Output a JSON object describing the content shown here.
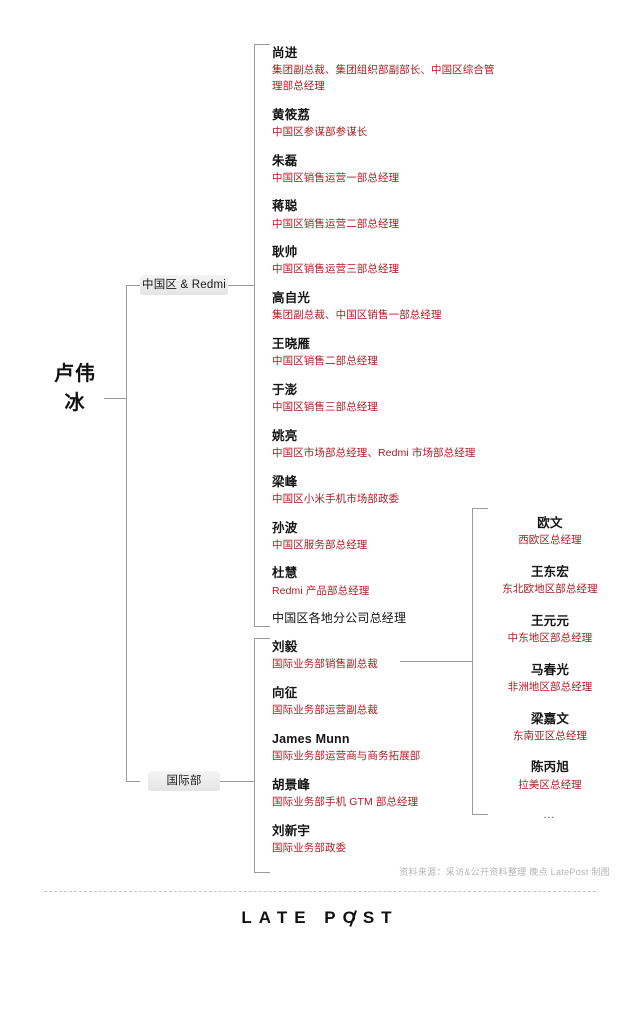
{
  "root": {
    "name": "卢伟冰"
  },
  "branches": [
    {
      "id": "china",
      "label": "中国区 & Redmi"
    },
    {
      "id": "international",
      "label": "国际部"
    }
  ],
  "china_team": [
    {
      "name": "尚进",
      "title": "集团副总裁、集团组织部副部长、中国区综合管理部总经理"
    },
    {
      "name": "黄筱荔",
      "title": "中国区参谋部参谋长"
    },
    {
      "name": "朱磊",
      "title": "中国区销售运营一部总经理"
    },
    {
      "name": "蒋聪",
      "title": "中国区销售运营二部总经理"
    },
    {
      "name": "耿帅",
      "title": "中国区销售运营三部总经理"
    },
    {
      "name": "高自光",
      "title": "集团副总裁、中国区销售一部总经理"
    },
    {
      "name": "王晓雁",
      "title": "中国区销售二部总经理"
    },
    {
      "name": "于澎",
      "title": "中国区销售三部总经理"
    },
    {
      "name": "姚亮",
      "title": "中国区市场部总经理、Redmi 市场部总经理"
    },
    {
      "name": "梁峰",
      "title": "中国区小米手机市场部政委"
    },
    {
      "name": "孙波",
      "title": "中国区服务部总经理"
    },
    {
      "name": "杜慧",
      "title": "Redmi 产品部总经理"
    },
    {
      "name": "中国区各地分公司总经理",
      "title": ""
    }
  ],
  "international_team": [
    {
      "name": "刘毅",
      "title": "国际业务部销售副总裁"
    },
    {
      "name": "向征",
      "title": "国际业务部运营副总裁"
    },
    {
      "name": "James Munn",
      "title": "国际业务部运营商与商务拓展部"
    },
    {
      "name": "胡景峰",
      "title": "国际业务部手机 GTM 部总经理"
    },
    {
      "name": "刘新宇",
      "title": "国际业务部政委"
    }
  ],
  "regions": [
    {
      "name": "欧文",
      "title": "西欧区总经理"
    },
    {
      "name": "王东宏",
      "title": "东北欧地区部总经理"
    },
    {
      "name": "王元元",
      "title": "中东地区部总经理"
    },
    {
      "name": "马春光",
      "title": "非洲地区部总经理"
    },
    {
      "name": "梁嘉文",
      "title": "东南亚区总经理"
    },
    {
      "name": "陈丙旭",
      "title": "拉美区总经理"
    }
  ],
  "regions_more": "…",
  "footer": {
    "source": "资料来源：采访&公开资料整理 晚点 LatePost 制图",
    "logo_part1": "LATE P",
    "logo_o": "O",
    "logo_part2": "ST"
  },
  "colors": {
    "title_red": "#a81e26",
    "line_gray": "#9a9a9a",
    "chip_gray": "#ececec"
  }
}
